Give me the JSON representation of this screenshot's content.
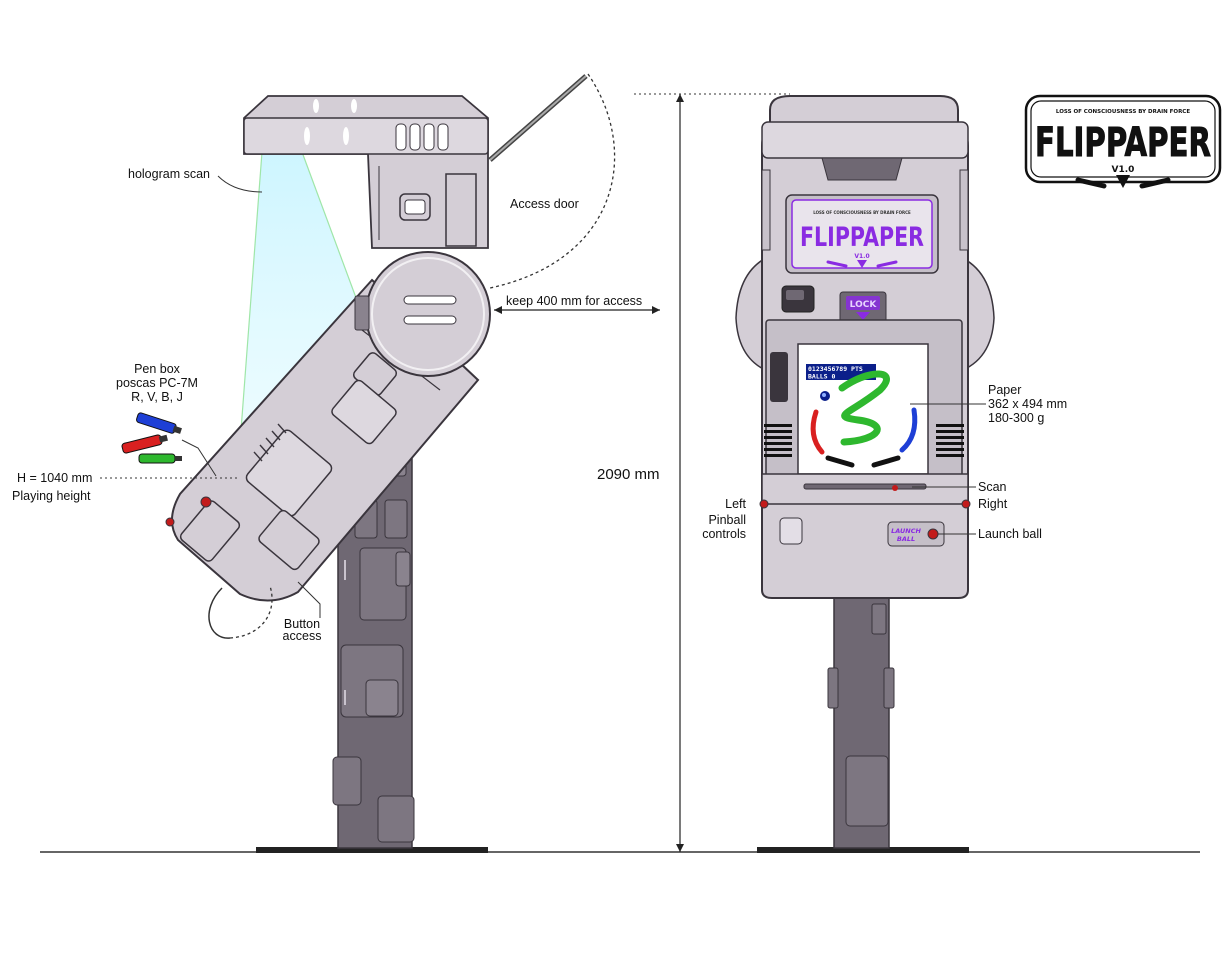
{
  "labels": {
    "hologram_scan": "hologram scan",
    "access_door": "Access door",
    "keep_access": "keep 400 mm for access",
    "pen_box_line1": "Pen box",
    "pen_box_line2": "poscas PC-7M",
    "pen_box_line3": "R, V, B, J",
    "height_value": "H = 1040 mm",
    "height_caption": "Playing height",
    "button_access_line1": "Button",
    "button_access_line2": "access",
    "total_height": "2090 mm",
    "paper_line1": "Paper",
    "paper_line2": "362 x 494 mm",
    "paper_line3": "180-300 g",
    "scan": "Scan",
    "left": "Left",
    "pinball_controls_line1": "Pinball",
    "pinball_controls_line2": "controls",
    "right": "Right",
    "launch_ball": "Launch ball"
  },
  "logo": {
    "title": "FLIPPAPER",
    "version": "V1.0",
    "tagline": "LOSS OF CONSCIOUSNESS BY DRAIN FORCE"
  },
  "screen": {
    "score": "0123456789 PTS",
    "balls": "BALLS 0",
    "lock": "LOCK"
  },
  "launch_button": {
    "line1": "LAUNCH",
    "line2": "BALL"
  },
  "colors": {
    "machine_body": "#d4ced6",
    "machine_dark": "#7b7580",
    "stand": "#6f6873",
    "logo_purple": "#8a2be2",
    "pen_red": "#d92020",
    "pen_green": "#2eb82e",
    "pen_blue": "#1e3fd6",
    "hologram": "#bff0ff"
  }
}
